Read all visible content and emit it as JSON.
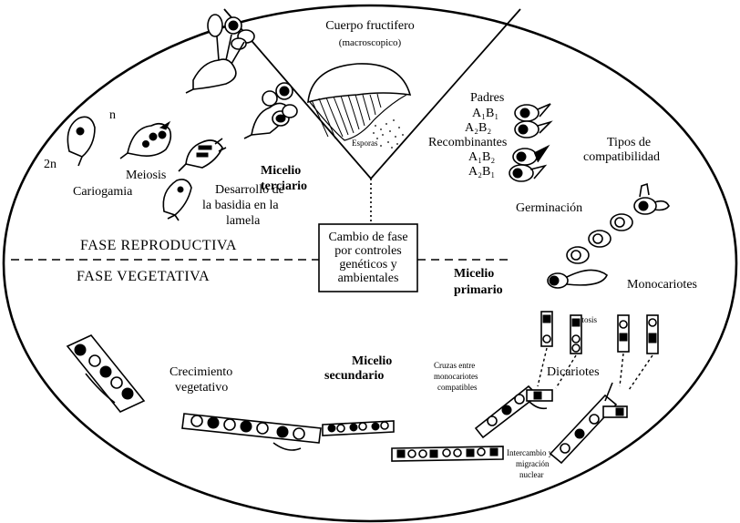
{
  "fruiting_body": {
    "title_line1": "Cuerpo fructifero",
    "title_line2": "(macroscopico)",
    "spores": "Esporas"
  },
  "reproductive": {
    "n": "n",
    "two_n": "2n",
    "meiosis": "Meiosis",
    "tertiary_line1": "Micelio",
    "tertiary_line2": "terciario",
    "karyogamy": "Cariogamia",
    "basidium_line1": "Desarrollo de",
    "basidium_line2": "la basidia en la",
    "basidium_line3": "lamela"
  },
  "compatibility": {
    "parents": "Padres",
    "p1": "A₁B₁",
    "p2": "A₂B₂",
    "recombinants": "Recombinantes",
    "r1": "A₁B₂",
    "r2": "A₂B₁",
    "types_line1": "Tipos de",
    "types_line2": "compatibilidad"
  },
  "phase_change": {
    "line1": "Cambio de fase",
    "line2": "por controles",
    "line3": "genéticos y",
    "line4": "ambientales"
  },
  "phases": {
    "reproductive": "FASE REPRODUCTIVA",
    "vegetative": "FASE VEGETATIVA"
  },
  "primary": {
    "germination": "Germinación",
    "mycelium_line1": "Micelio",
    "mycelium_line2": "primario",
    "monokaryotes": "Monocariotes",
    "mitosis": "Mitosis"
  },
  "vegetative": {
    "growth_line1": "Crecimiento",
    "growth_line2": "vegetativo",
    "secondary_line1": "Micelio",
    "secondary_line2": "secundario",
    "crosses_line1": "Cruzas entre",
    "crosses_line2": "monocariotes",
    "crosses_line3": "compatibles",
    "dikaryotes": "Dicariotes",
    "exchange_line1": "Intercambio y",
    "exchange_line2": "migración",
    "exchange_line3": "nuclear"
  }
}
